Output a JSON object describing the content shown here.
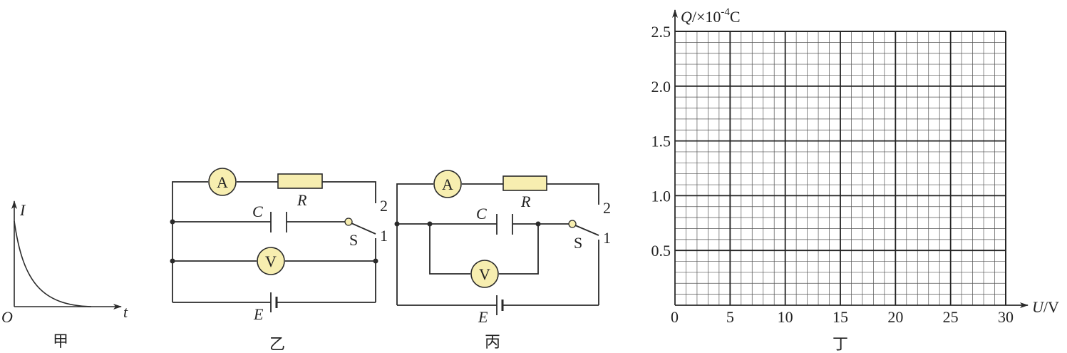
{
  "panel_jia": {
    "y_axis_label": "I",
    "x_axis_label": "t",
    "origin_label": "O",
    "caption": "甲"
  },
  "panel_yi": {
    "ammeter_label": "A",
    "voltmeter_label": "V",
    "resistor_label": "R",
    "capacitor_label": "C",
    "battery_label": "E",
    "switch_label": "S",
    "contact_1": "1",
    "contact_2": "2",
    "caption": "乙"
  },
  "panel_bing": {
    "ammeter_label": "A",
    "voltmeter_label": "V",
    "resistor_label": "R",
    "capacitor_label": "C",
    "battery_label": "E",
    "switch_label": "S",
    "contact_1": "1",
    "contact_2": "2",
    "caption": "丙"
  },
  "panel_ding": {
    "y_axis_symbol": "Q",
    "y_axis_unit_prefix": "/×10",
    "y_axis_unit_exp": "-4",
    "y_axis_unit_tail": "C",
    "x_axis_symbol": "U",
    "x_axis_unit": "/V",
    "origin_tick": "0",
    "x_ticks": [
      "5",
      "10",
      "15",
      "20",
      "25",
      "30"
    ],
    "y_ticks": [
      "0.5",
      "1.0",
      "1.5",
      "2.0",
      "2.5"
    ],
    "x_range": [
      0,
      30
    ],
    "y_range": [
      0,
      2.5
    ],
    "caption": "丁"
  }
}
